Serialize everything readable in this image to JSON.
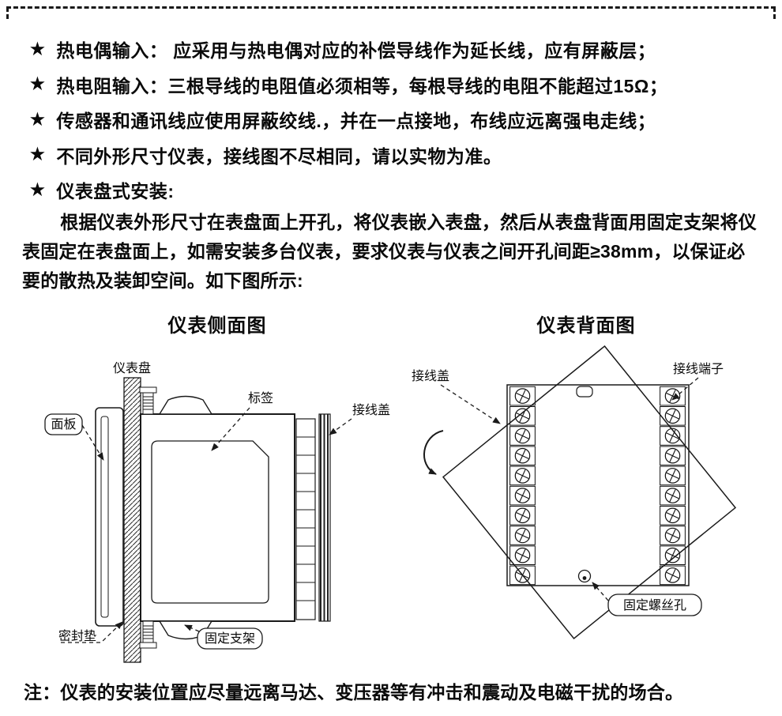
{
  "colors": {
    "ink": "#1a1a1a",
    "paper": "#ffffff"
  },
  "star": "★",
  "bullets": [
    "热电偶输入： 应采用与热电偶对应的补偿导线作为延长线，应有屏蔽层；",
    "热电阻输入：三根导线的电阻值必须相等，每根导线的电阻不能超过15Ω；",
    "传感器和通讯线应使用屏蔽绞线.，并在一点接地，布线应远离强电走线；",
    "不同外形尺寸仪表，接线图不尽相同，请以实物为准。",
    "仪表盘式安装:"
  ],
  "paragraph": "根据仪表外形尺寸在表盘面上开孔，将仪表嵌入表盘，然后从表盘背面用固定支架将仪表固定在表盘面上，如需安装多台仪表，要求仪表与仪表之间开孔间距≥38mm，以保证必要的散热及装卸空间。如下图所示:",
  "figures": {
    "side_view": {
      "title": "仪表侧面图",
      "labels": {
        "panel_board": "仪表盘",
        "front_panel": "面板",
        "tag": "标签",
        "wiring_cover": "接线盖",
        "seal_gasket": "密封垫",
        "fixing_bracket": "固定支架"
      }
    },
    "back_view": {
      "title": "仪表背面图",
      "labels": {
        "wiring_cover": "接线盖",
        "terminals": "接线端子",
        "fixing_screw_hole": "固定螺丝孔"
      }
    }
  },
  "note": "注：仪表的安装位置应尽量远离马达、变压器等有冲击和震动及电磁干扰的场合。"
}
